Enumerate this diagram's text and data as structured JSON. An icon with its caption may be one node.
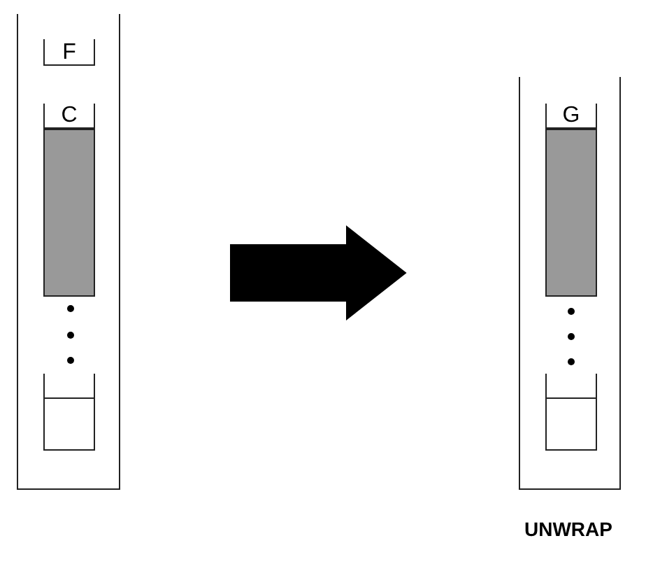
{
  "diagram": {
    "nodes": [
      {
        "text": [],
        "shape": "box"
      },
      {
        "text": [
          "F"
        ],
        "in": 0
      },
      {
        "text": [
          "C"
        ],
        "in": 0
      },
      {
        "text": [],
        "shape": "bar",
        "in": 0
      },
      {
        "text": [],
        "shape": "box",
        "in": 0
      },
      {
        "text": [],
        "shape": "box"
      },
      {
        "text": [
          "G"
        ],
        "in": 5
      },
      {
        "text": [],
        "shape": "bar",
        "in": 5
      },
      {
        "text": [],
        "shape": "box",
        "in": 5
      }
    ],
    "edges": [
      {
        "from": 0,
        "to": 5,
        "arrow": "to",
        "style": "thick"
      }
    ],
    "labels": [
      "UNWRAP"
    ]
  }
}
